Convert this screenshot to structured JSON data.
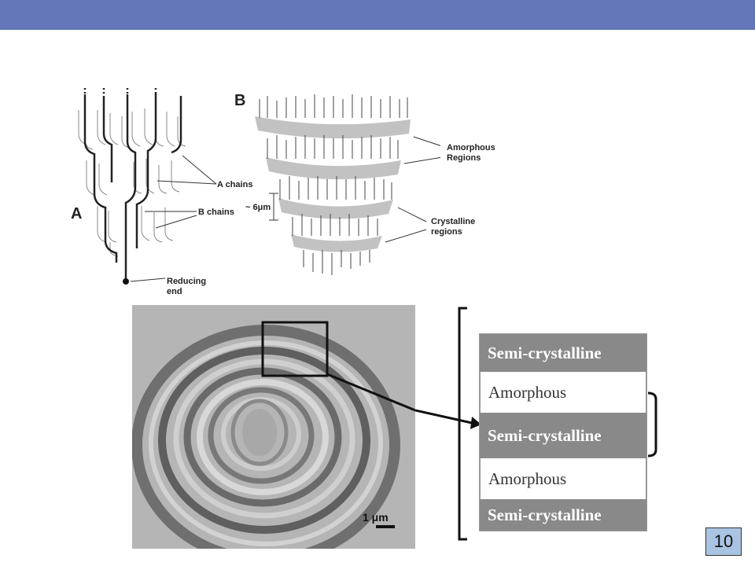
{
  "colors": {
    "top_bar": "#6377b8",
    "semi_layer": "#898989",
    "page_box": "#a9c4e3"
  },
  "diagram_a": {
    "letter": "A",
    "labels": {
      "a_chains": "A chains",
      "b_chains": "B chains",
      "reducing_line1": "Reducing",
      "reducing_line2": "end"
    }
  },
  "diagram_b": {
    "letter": "B",
    "labels": {
      "scale": "~ 6μm",
      "amorphous_line1": "Amorphous",
      "amorphous_line2": "Regions",
      "crystalline_line1": "Crystalline",
      "crystalline_line2": "regions"
    }
  },
  "micrograph": {
    "scale_bar": "1 μm"
  },
  "layers": [
    "Semi-crystalline",
    "Amorphous",
    "Semi-crystalline",
    "Amorphous",
    "Semi-crystalline"
  ],
  "page_number": "10"
}
